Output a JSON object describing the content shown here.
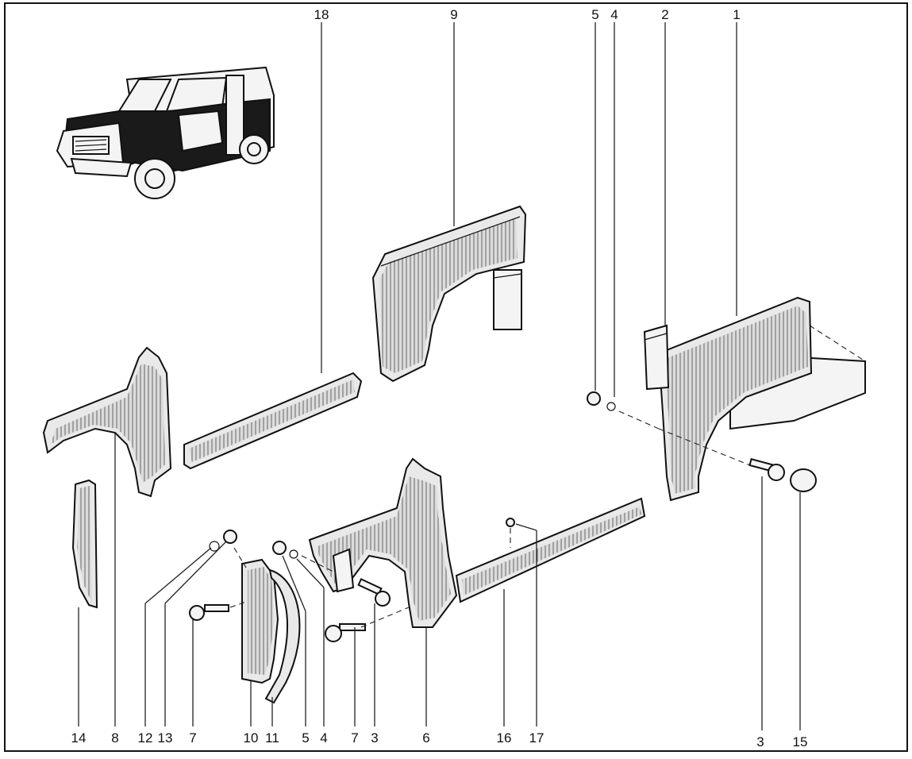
{
  "callouts": {
    "c1": "1",
    "c2": "2",
    "c3": "3",
    "c4": "4",
    "c5": "5",
    "c6": "6",
    "c7": "7",
    "c8": "8",
    "c9": "9",
    "c10": "10",
    "c11": "11",
    "c12": "12",
    "c13": "13",
    "c14": "14",
    "c15": "15",
    "c16": "16",
    "c17": "17",
    "c18": "18"
  },
  "colors": {
    "ink": "#111111",
    "paper": "#ffffff",
    "fill": "#e9e9e9"
  }
}
